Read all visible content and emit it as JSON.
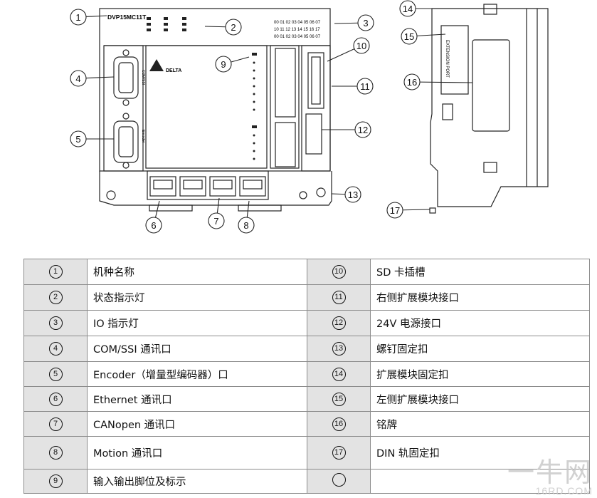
{
  "figure": {
    "model_label": "DVP15MC11T",
    "callouts": [
      "1",
      "2",
      "3",
      "4",
      "5",
      "6",
      "7",
      "8",
      "9",
      "10",
      "11",
      "12",
      "13",
      "14",
      "15",
      "16",
      "17"
    ],
    "io_rows": [
      "00 01 02 03 04 05 06 07",
      "10 11 12 13 14 15 16 17",
      "00 01 02 03 04 05 06 07"
    ],
    "brand": "DELTA",
    "port_labels": {
      "com": "COM/SSI",
      "encoder": "Encoder"
    },
    "extension_port_label": "EXTENSION PORT"
  },
  "legend": {
    "rows": [
      {
        "left_num": "1",
        "left_text": "机种名称",
        "right_num": "10",
        "right_text": "SD 卡插槽"
      },
      {
        "left_num": "2",
        "left_text": "状态指示灯",
        "right_num": "11",
        "right_text": "右侧扩展模块接口"
      },
      {
        "left_num": "3",
        "left_text": "IO 指示灯",
        "right_num": "12",
        "right_text": "24V 电源接口"
      },
      {
        "left_num": "4",
        "left_text": "COM/SSI 通讯口",
        "right_num": "13",
        "right_text": "螺钉固定扣"
      },
      {
        "left_num": "5",
        "left_text": "Encoder（增量型编码器）口",
        "right_num": "14",
        "right_text": "扩展模块固定扣"
      },
      {
        "left_num": "6",
        "left_text": "Ethernet 通讯口",
        "right_num": "15",
        "right_text": "左侧扩展模块接口"
      },
      {
        "left_num": "7",
        "left_text": "CANopen 通讯口",
        "right_num": "16",
        "right_text": "铭牌"
      },
      {
        "left_num": "8",
        "left_text": "Motion 通讯口",
        "right_num": "17",
        "right_text": "DIN 轨固定扣"
      },
      {
        "left_num": "9",
        "left_text": "输入输出脚位及标示",
        "right_num": "",
        "right_text": ""
      }
    ]
  },
  "watermark": {
    "main": "一牛网",
    "sub": "16RD.COM"
  }
}
